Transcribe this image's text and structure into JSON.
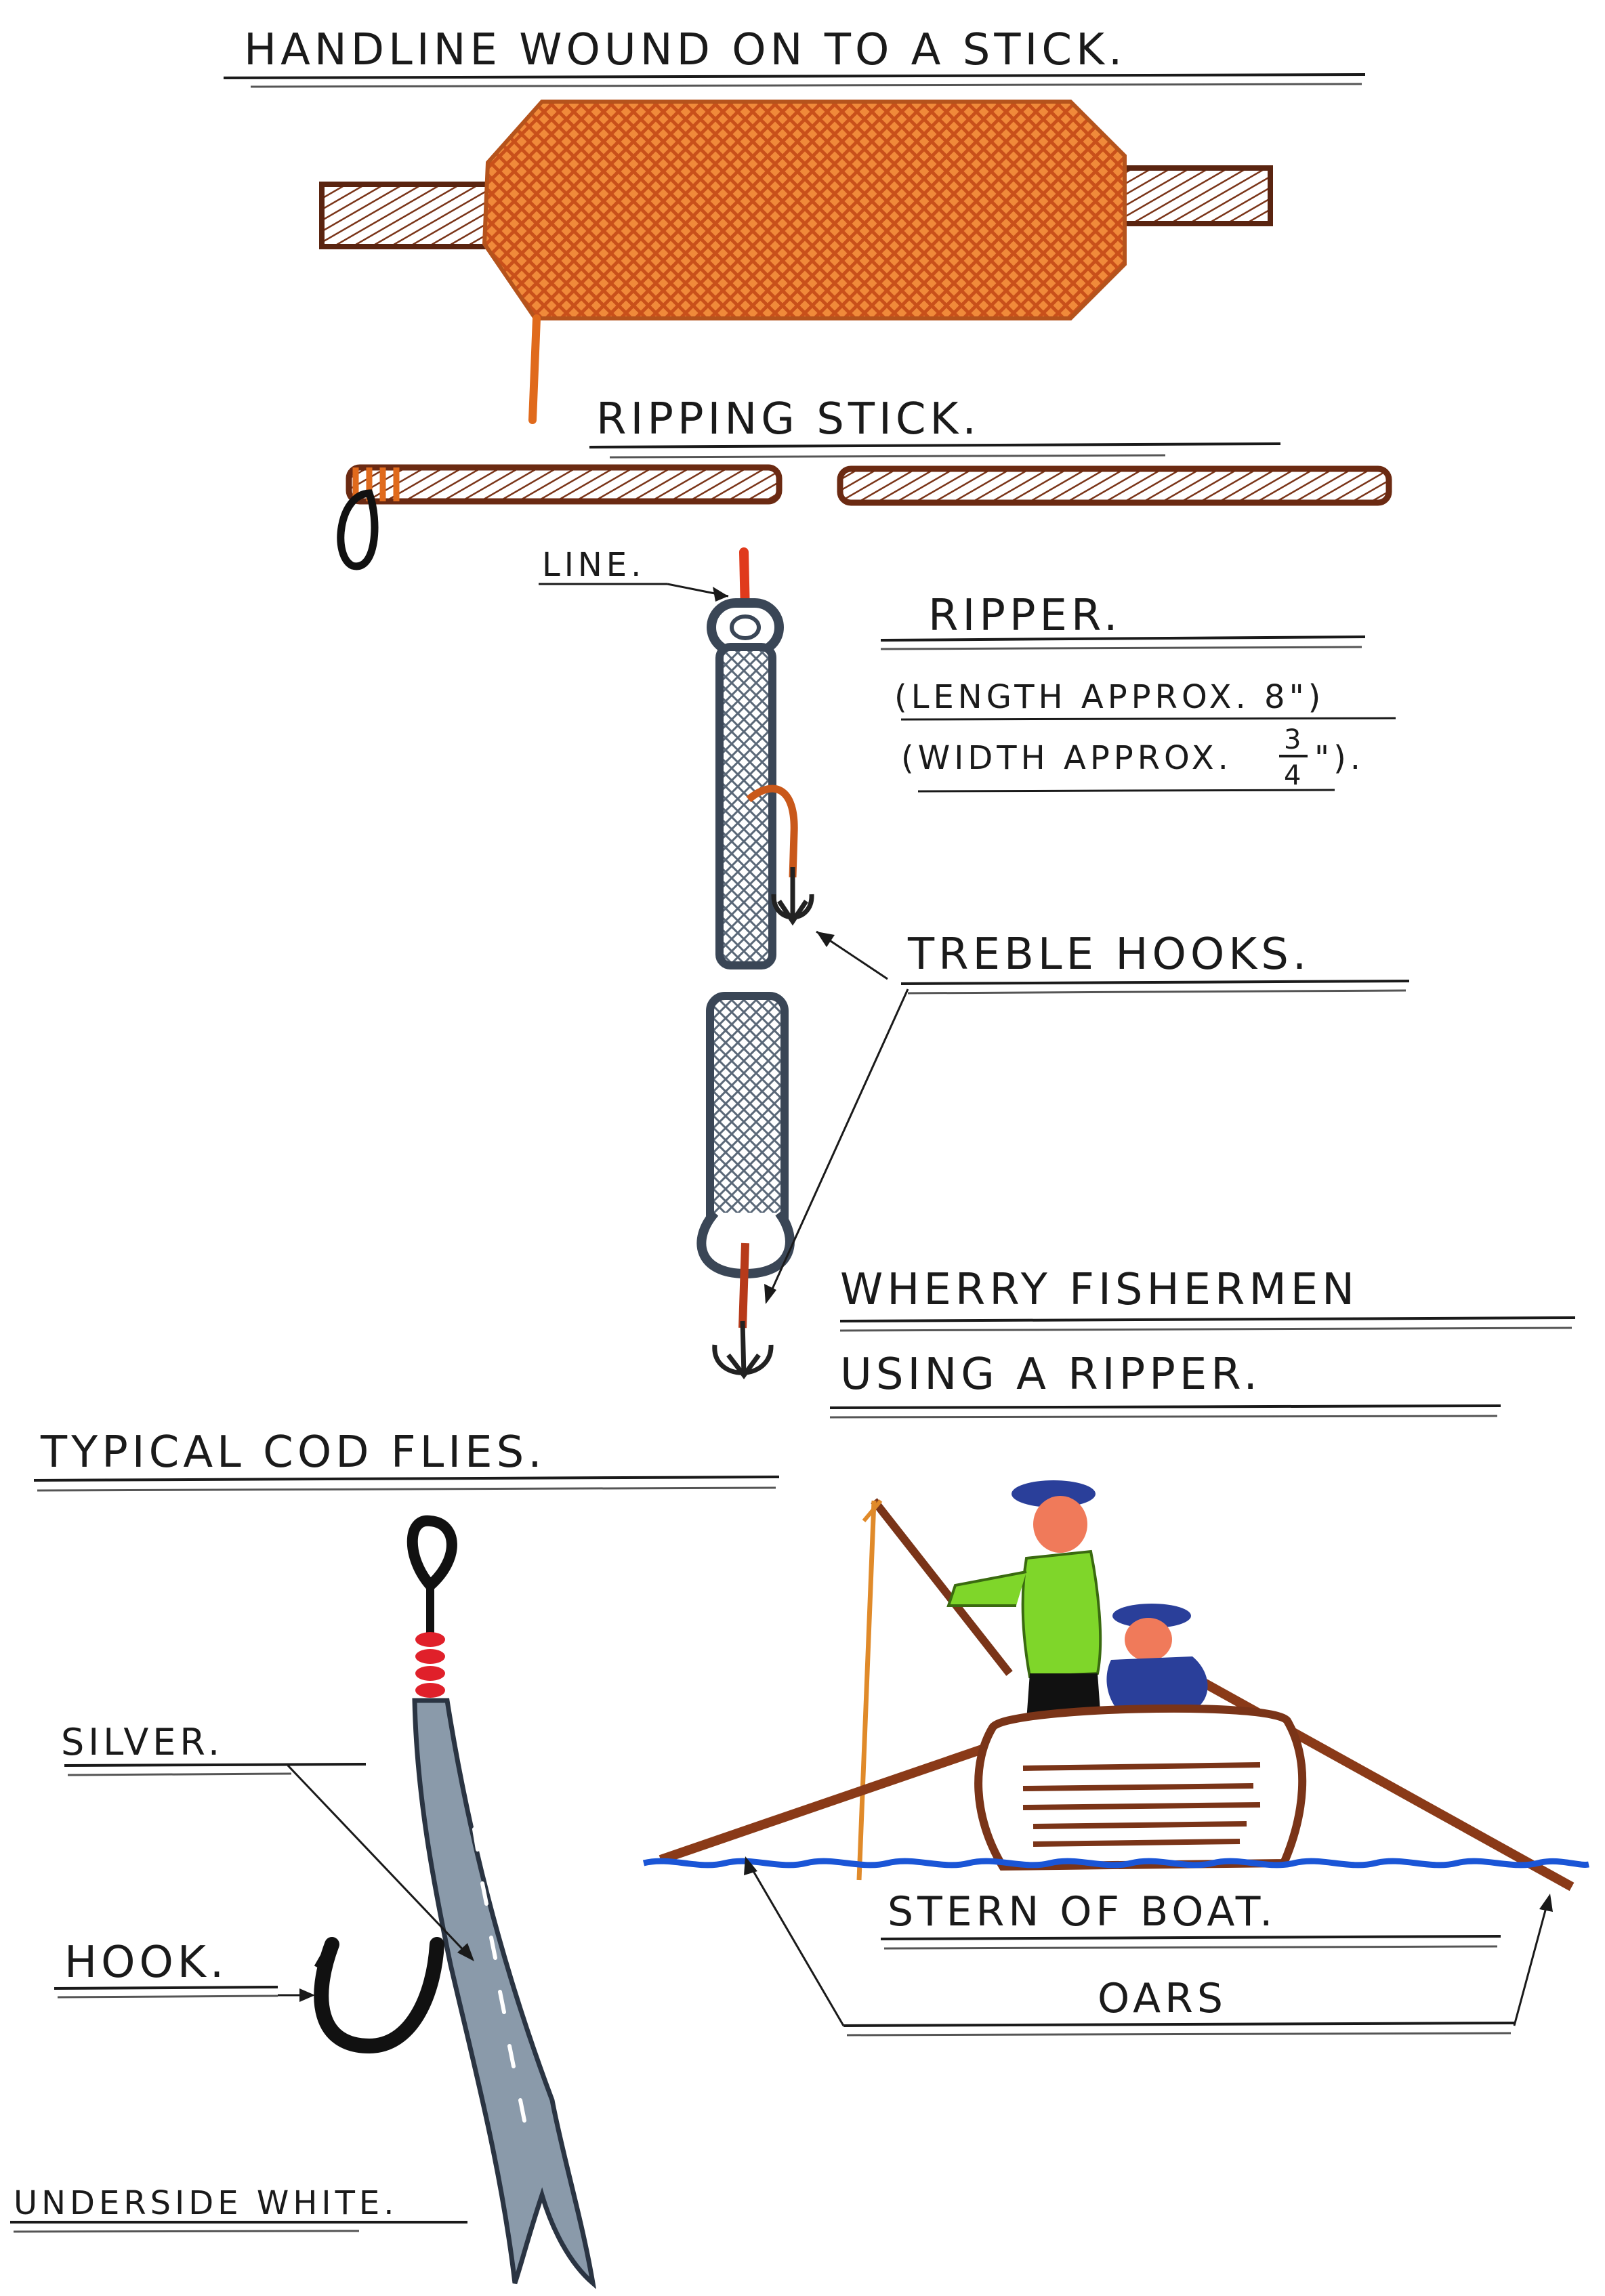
{
  "labels": {
    "handline_title": "HANDLINE WOUND ON TO A STICK.",
    "ripping_stick_title": "RIPPING STICK.",
    "line": "LINE.",
    "ripper_title": "RIPPER.",
    "length_note": "(LENGTH APPROX. 8\")",
    "width_note_prefix": "(WIDTH APPROX.",
    "width_note_num": "3",
    "width_note_den": "4",
    "width_note_suffix": "\").",
    "treble_hooks": "TREBLE HOOKS.",
    "wherry_line1": "WHERRY FISHERMEN",
    "wherry_line2": "USING A RIPPER.",
    "cod_flies_title": "TYPICAL COD FLIES.",
    "silver": "SILVER.",
    "hook": "HOOK.",
    "underside_white": "UNDERSIDE WHITE.",
    "stern_of_boat": "STERN OF BOAT.",
    "oars": "OARS"
  },
  "colors": {
    "ink": "#1a1a1a",
    "line_orange": "#e06a1c",
    "stick_brown": "#7a3418",
    "ripper_grey": "#4d5a6a",
    "fly_grey": "#6d7d8d",
    "binding_red": "#e0202a",
    "jumper_green": "#7fd62a",
    "cap_blue": "#2a3f9a",
    "water_blue": "#1a55d6"
  }
}
